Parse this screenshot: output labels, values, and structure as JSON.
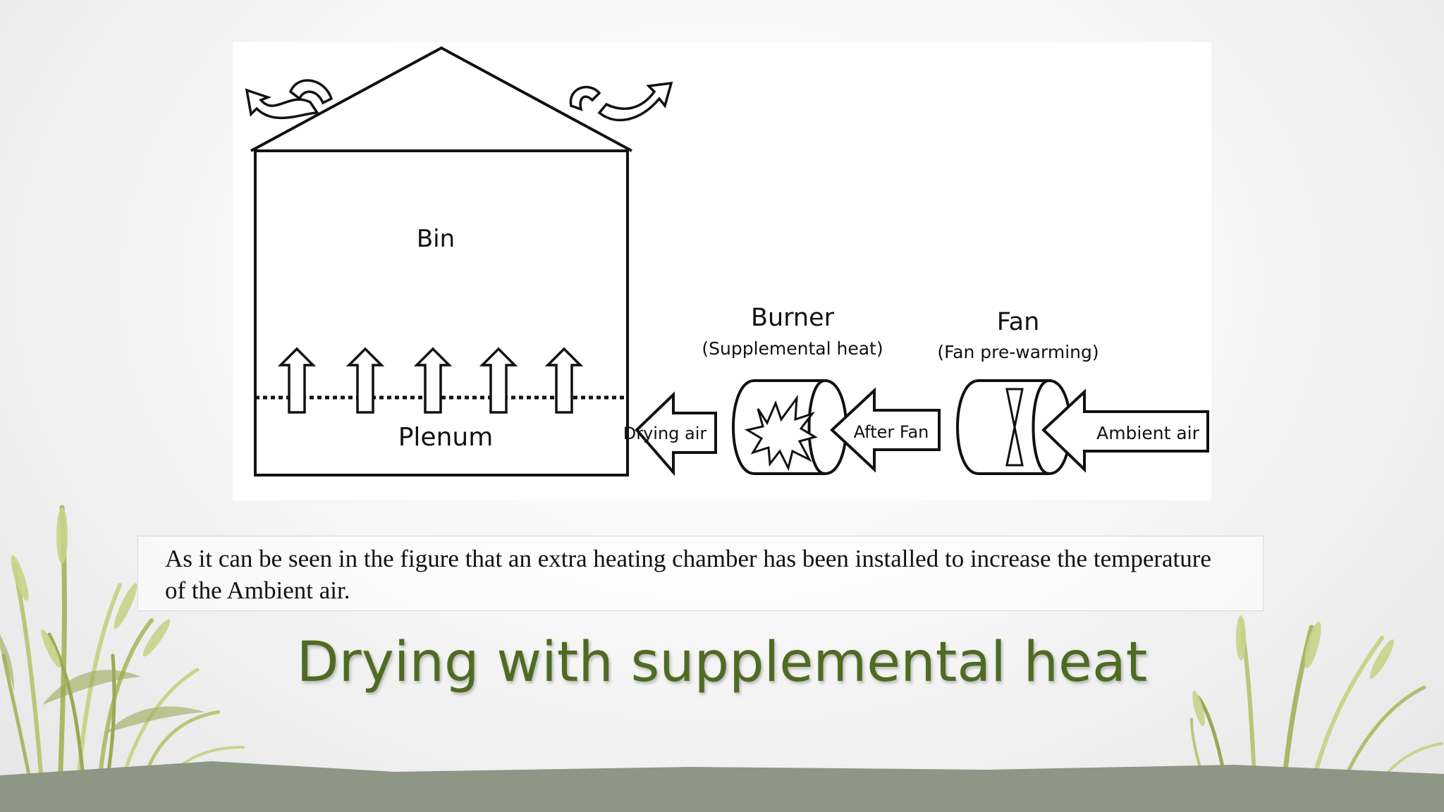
{
  "slide": {
    "title": "Drying with supplemental heat",
    "caption": "As it can be seen in the figure that an extra heating chamber has been installed to increase the temperature of the Ambient air."
  },
  "diagram": {
    "bin_label": "Bin",
    "plenum_label": "Plenum",
    "burner_label": "Burner",
    "burner_sublabel": "(Supplemental heat)",
    "fan_label": "Fan",
    "fan_sublabel": "(Fan pre-warming)",
    "arrow_drying_air": "Drying air",
    "arrow_after_fan": "After Fan",
    "arrow_ambient_air": "Ambient air"
  },
  "colors": {
    "title_green": "#4f6b22",
    "ground_gray": "#8e9685",
    "grass_light": "#c8d48a",
    "grass_dark": "#9aa957"
  }
}
